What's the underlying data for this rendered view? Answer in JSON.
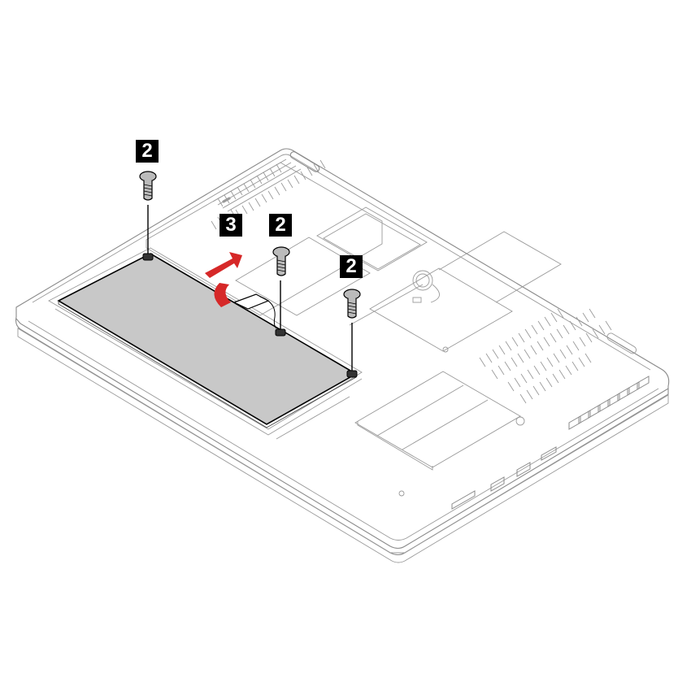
{
  "figure": {
    "description": "Laptop bottom view with base cover removed; removing the internal battery",
    "colors": {
      "outline": "#8a8a8a",
      "battery_fill": "#c8c8c8",
      "arrow": "#d62828",
      "callout_bg": "#000000",
      "callout_text": "#ffffff"
    }
  },
  "callouts": [
    {
      "id": "step-2-left",
      "label": "2",
      "target": "battery screw (left)"
    },
    {
      "id": "step-3",
      "label": "3",
      "target": "lift battery"
    },
    {
      "id": "step-2-middle",
      "label": "2",
      "target": "battery screw (middle)"
    },
    {
      "id": "step-2-right",
      "label": "2",
      "target": "battery screw (right)"
    }
  ],
  "parts": {
    "battery": "internal battery",
    "screws": [
      "screw",
      "screw",
      "screw"
    ],
    "arrow": "lift-direction arrow"
  }
}
